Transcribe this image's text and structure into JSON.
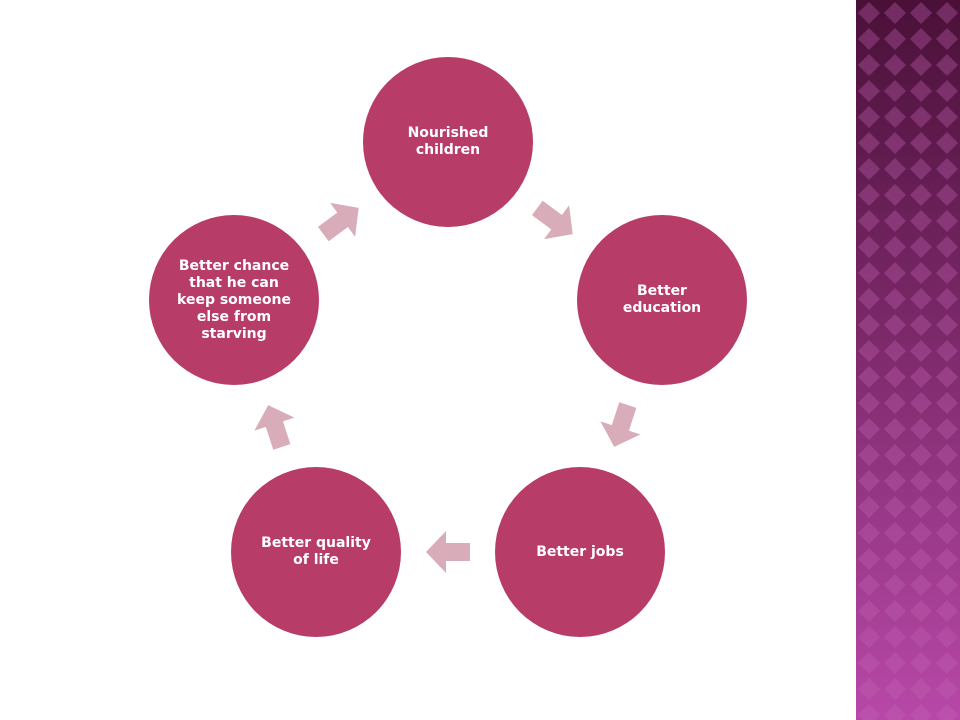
{
  "colors": {
    "node_fill": "#b83c68",
    "arrow_fill": "#d8acb8",
    "panel_top": "#4a1038",
    "panel_bottom": "#b848a8",
    "panel_diamond": "#c060b0"
  },
  "cycle": {
    "nodes": [
      {
        "label": "Nourished children"
      },
      {
        "label": "Better education"
      },
      {
        "label": "Better jobs"
      },
      {
        "label": "Better quality of life"
      },
      {
        "label": "Better chance that he can keep someone else from starving"
      }
    ]
  }
}
